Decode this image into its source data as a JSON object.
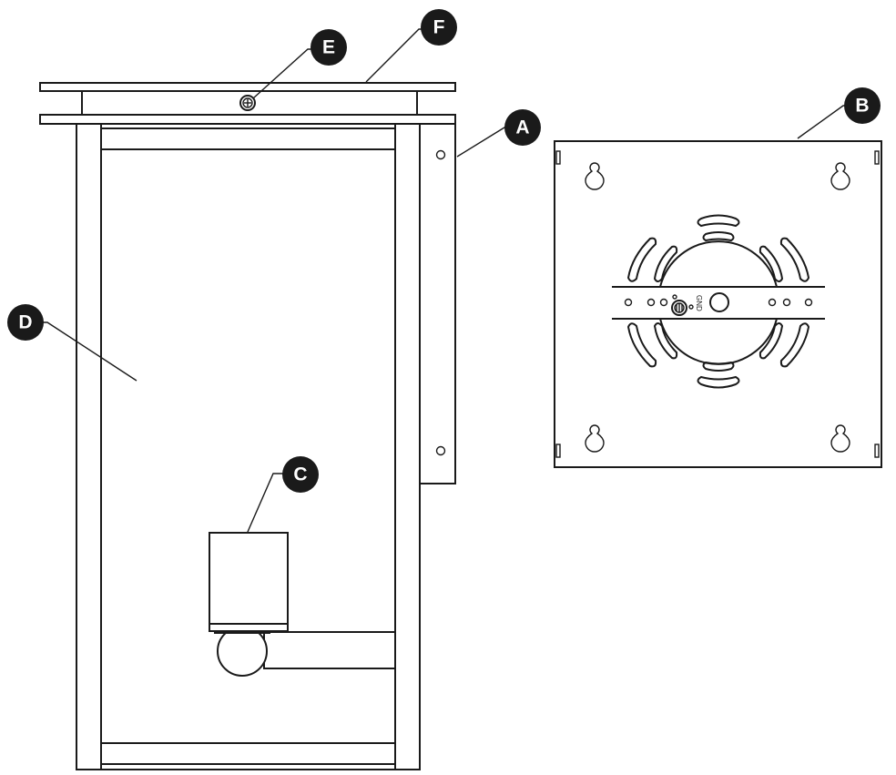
{
  "diagram": {
    "callouts": {
      "a": "A",
      "b": "B",
      "c": "C",
      "d": "D",
      "e": "E",
      "f": "F"
    },
    "ground_label": "GND"
  }
}
